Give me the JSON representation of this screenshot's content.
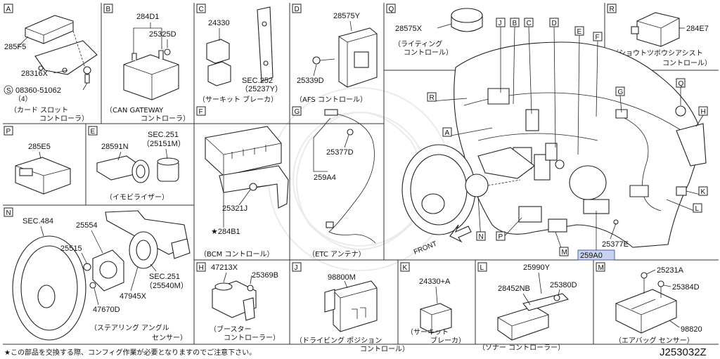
{
  "panels": [
    {
      "key": "A",
      "caption": [
        "（カード スロット",
        "コントローラ）"
      ],
      "parts": [
        "285F5",
        "28316X",
        "08360-51062",
        "（4）"
      ]
    },
    {
      "key": "B",
      "caption": [
        "（CAN GATEWAY",
        "コントローラ）"
      ],
      "parts": [
        "284D1",
        "25325D"
      ]
    },
    {
      "key": "C",
      "caption": [
        "（サーキット ブレーカ）"
      ],
      "parts": [
        "24330",
        "SEC.252",
        "（25237Y）"
      ]
    },
    {
      "key": "D",
      "caption": [
        "（AFS コントロール）"
      ],
      "parts": [
        "28575Y",
        "25339D"
      ]
    },
    {
      "key": "Q",
      "caption": [
        "（ライティング",
        "コントロール）"
      ],
      "parts": [
        "28575X"
      ]
    },
    {
      "key": "R",
      "caption": [
        "（ショウトツボウシアシスト",
        "コントロール）"
      ],
      "parts": [
        "284E7"
      ]
    },
    {
      "key": "P",
      "caption": [],
      "parts": [
        "285E5"
      ]
    },
    {
      "key": "E",
      "caption": [
        "（イモビライザー）"
      ],
      "parts": [
        "28591N",
        "SEC.251",
        "（25151M）"
      ]
    },
    {
      "key": "F",
      "caption": [
        "（BCM コントロール）"
      ],
      "parts": [
        "25321J",
        "★284B1"
      ]
    },
    {
      "key": "G",
      "caption": [
        "（ETC アンテナ）"
      ],
      "parts": [
        "25377D",
        "259A4"
      ]
    },
    {
      "key": "N",
      "caption": [
        "（ステアリング アングル",
        "センサー）"
      ],
      "parts": [
        "SEC.484",
        "25554",
        "25515",
        "47670D",
        "47945X",
        "SEC.251",
        "（25540M）"
      ]
    },
    {
      "key": "H",
      "caption": [
        "（ブースター",
        "コントローラー）"
      ],
      "parts": [
        "47213X",
        "25369B"
      ]
    },
    {
      "key": "J",
      "caption": [
        "（ドライビング ポジション",
        "コントロール）"
      ],
      "parts": [
        "98800M"
      ]
    },
    {
      "key": "K",
      "caption": [
        "（サーキット",
        "ブレーカ）"
      ],
      "parts": [
        "24330+A"
      ]
    },
    {
      "key": "L",
      "caption": [
        "（ソナー コントローラー）"
      ],
      "parts": [
        "25990Y",
        "28452NB",
        "25380D"
      ]
    },
    {
      "key": "M",
      "caption": [
        "（エアバッグ センサー）"
      ],
      "parts": [
        "25231A",
        "25384D",
        "98820"
      ]
    }
  ],
  "main": {
    "callouts": [
      "J",
      "B",
      "C",
      "D",
      "E",
      "F",
      "R",
      "A",
      "G",
      "Q",
      "H",
      "K",
      "L",
      "N",
      "P",
      "M"
    ],
    "front_label": "FRONT",
    "parts": [
      "25377E",
      "259A0"
    ],
    "highlight_color": "#c9d3ef"
  },
  "footer": {
    "note": "★この部品を交換する際、コンフィグ作業が必要となりますのでご注意下さい。",
    "drawing_no": "J253032Z"
  }
}
